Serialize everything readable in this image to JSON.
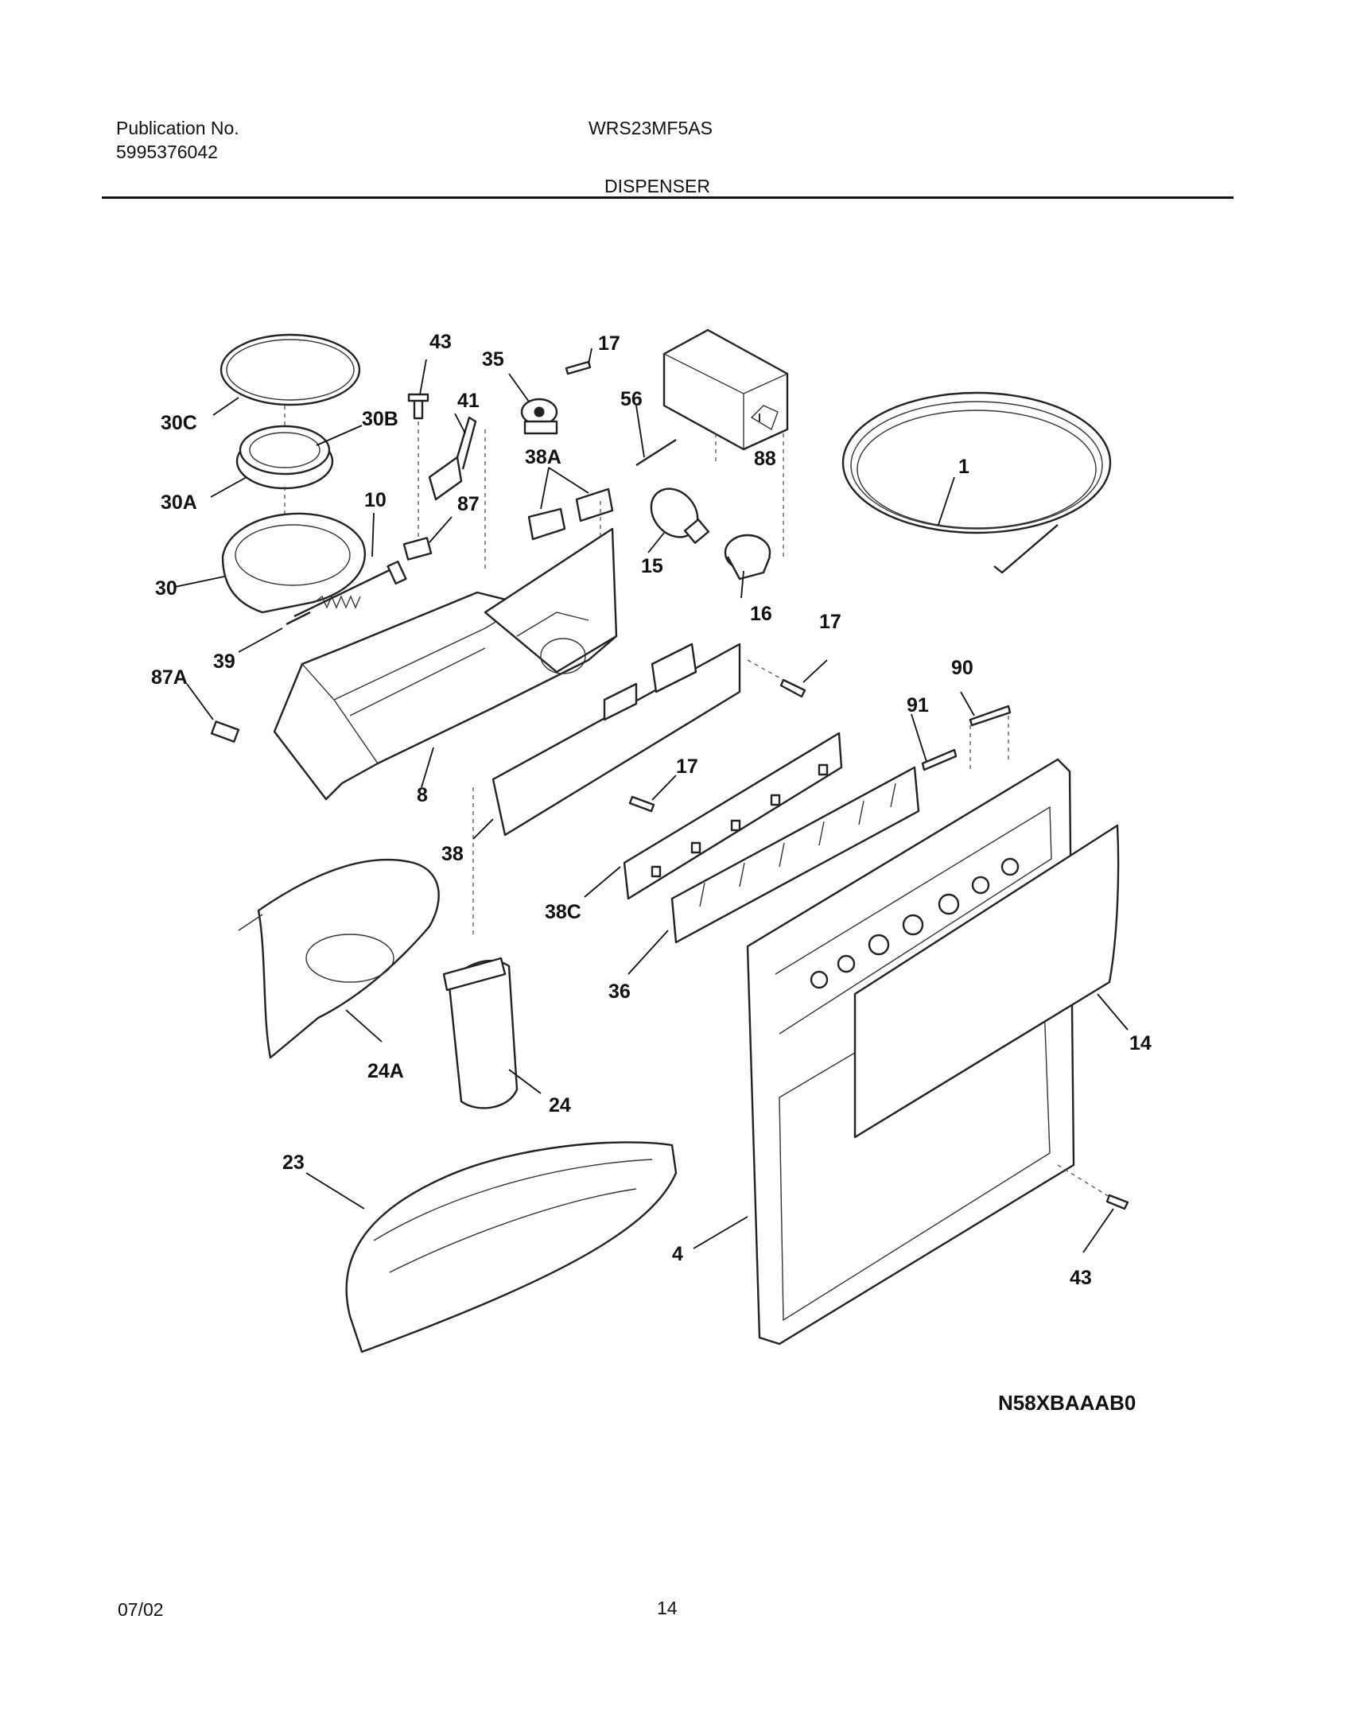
{
  "header": {
    "publication_label": "Publication No.",
    "publication_number": "5995376042",
    "model": "WRS23MF5AS",
    "section": "DISPENSER"
  },
  "diagram_code": "N58XBAAAB0",
  "callouts": [
    "30C",
    "43",
    "35",
    "17",
    "56",
    "88",
    "30B",
    "41",
    "1",
    "38A",
    "30A",
    "10",
    "87",
    "15",
    "16",
    "30",
    "17",
    "39",
    "87A",
    "90",
    "91",
    "8",
    "17",
    "38",
    "38C",
    "36",
    "24A",
    "14",
    "24",
    "23",
    "4",
    "43"
  ],
  "footer": {
    "date": "07/02",
    "page_number": "14"
  }
}
